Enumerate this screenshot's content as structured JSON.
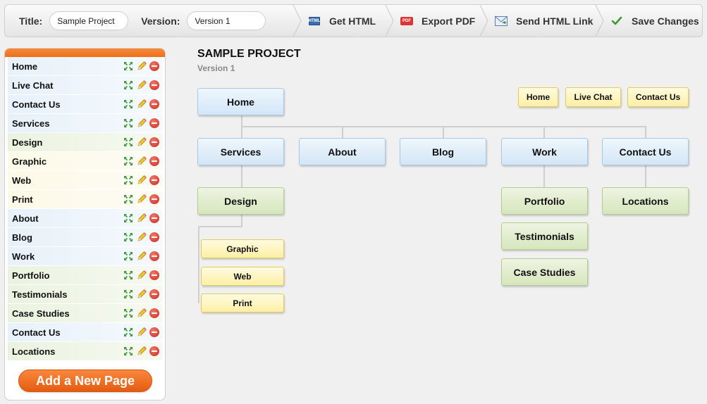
{
  "toolbar": {
    "title_label": "Title:",
    "title_value": "Sample Project",
    "version_label": "Version:",
    "version_value": "Version 1",
    "actions": [
      {
        "label": "Get HTML",
        "icon": "html-file-icon"
      },
      {
        "label": "Export PDF",
        "icon": "pdf-icon"
      },
      {
        "label": "Send HTML Link",
        "icon": "email-icon"
      },
      {
        "label": "Save Changes",
        "icon": "checkmark-icon"
      }
    ]
  },
  "sidebar": {
    "pages": [
      {
        "label": "Home",
        "tone": "blue"
      },
      {
        "label": "Live Chat",
        "tone": "blue"
      },
      {
        "label": "Contact Us",
        "tone": "blue"
      },
      {
        "label": "Services",
        "tone": "blue"
      },
      {
        "label": "Design",
        "tone": "green"
      },
      {
        "label": "Graphic",
        "tone": "yellow"
      },
      {
        "label": "Web",
        "tone": "yellow"
      },
      {
        "label": "Print",
        "tone": "yellow"
      },
      {
        "label": "About",
        "tone": "blue"
      },
      {
        "label": "Blog",
        "tone": "blue"
      },
      {
        "label": "Work",
        "tone": "blue"
      },
      {
        "label": "Portfolio",
        "tone": "green"
      },
      {
        "label": "Testimonials",
        "tone": "green"
      },
      {
        "label": "Case Studies",
        "tone": "green"
      },
      {
        "label": "Contact Us",
        "tone": "blue"
      },
      {
        "label": "Locations",
        "tone": "green"
      }
    ],
    "add_button": "Add a New Page"
  },
  "sitemap": {
    "title": "SAMPLE PROJECT",
    "version": "Version 1",
    "utility_nav": [
      "Home",
      "Live Chat",
      "Contact Us"
    ],
    "home": "Home",
    "level1": [
      "Services",
      "About",
      "Blog",
      "Work",
      "Contact Us"
    ],
    "services_children": [
      "Design"
    ],
    "design_children": [
      "Graphic",
      "Web",
      "Print"
    ],
    "work_children": [
      "Portfolio",
      "Testimonials",
      "Case Studies"
    ],
    "contact_children": [
      "Locations"
    ]
  },
  "colors": {
    "accent_orange": "#ee6f19",
    "node_blue": "#d3e6f6",
    "node_green": "#d6e6bd",
    "node_yellow": "#fdefa6"
  }
}
